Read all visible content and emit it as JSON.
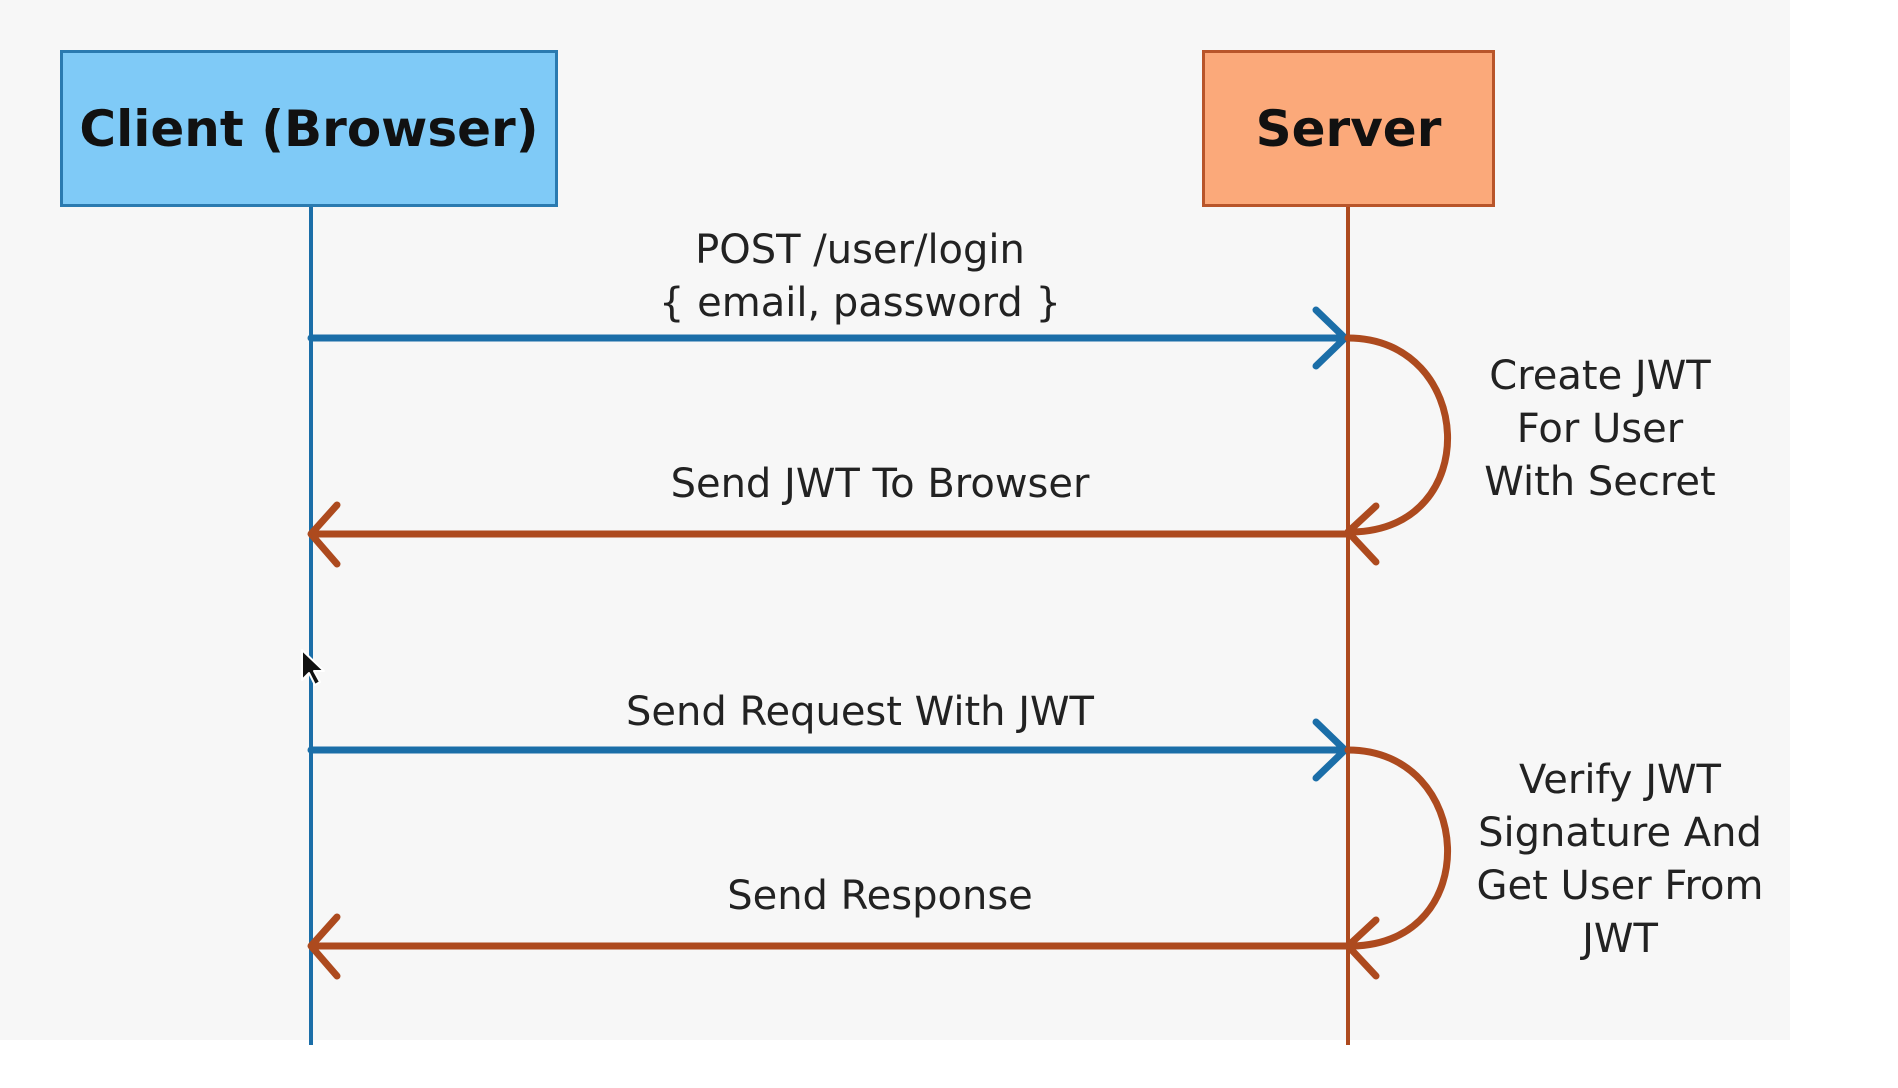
{
  "actors": {
    "client": "Client (Browser)",
    "server": "Server"
  },
  "messages": [
    {
      "line1": "POST  /user/login",
      "line2": "{ email, password }"
    },
    {
      "text": "Send JWT To Browser"
    },
    {
      "text": "Send Request With JWT"
    },
    {
      "text": "Send Response"
    }
  ],
  "server_notes": [
    {
      "lines": [
        "Create JWT",
        "For User",
        "With Secret"
      ]
    },
    {
      "lines": [
        "Verify JWT",
        "Signature And",
        "Get User From",
        "JWT"
      ]
    }
  ],
  "colors": {
    "request_arrow": "#1b6ea8",
    "response_arrow": "#ad4a1e",
    "client_box": "#7fcaf7",
    "server_box": "#fba97a"
  },
  "icons": {
    "mouse_cursor": "mouse-pointer-icon"
  }
}
